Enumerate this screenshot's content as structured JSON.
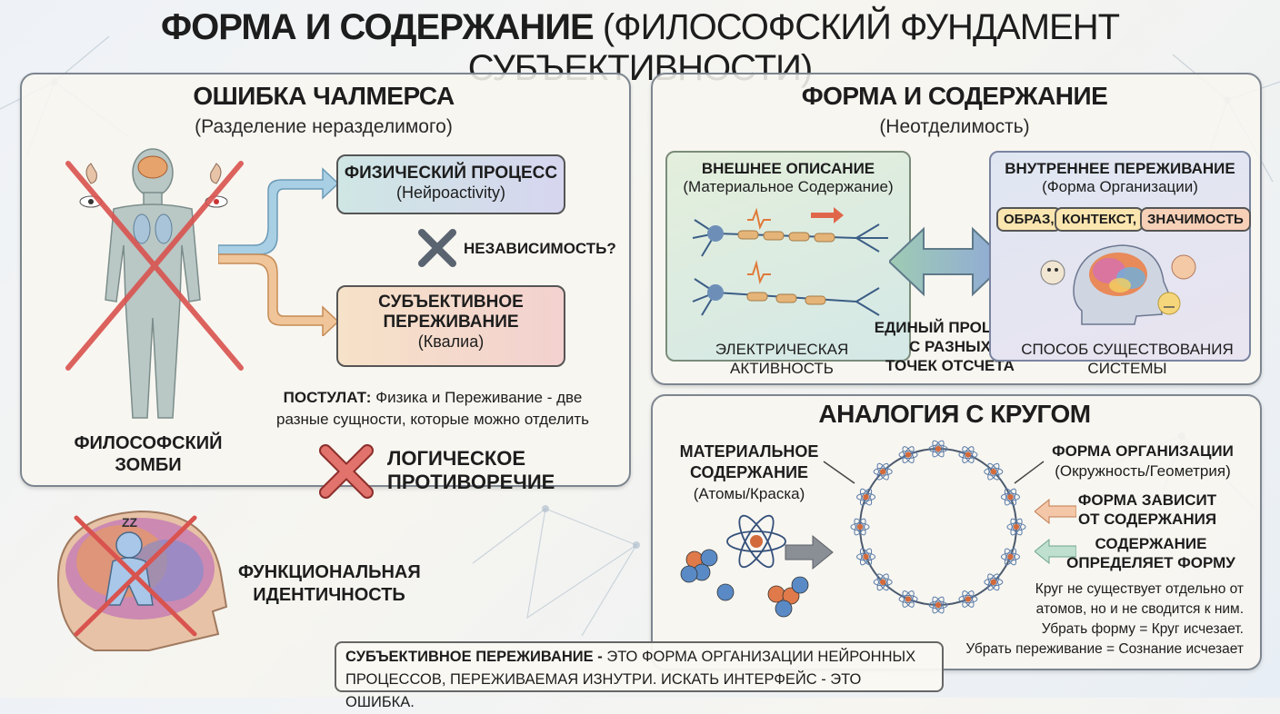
{
  "header": {
    "title_bold": "ФОРМА И СОДЕРЖАНИЕ",
    "title_rest": "(ФИЛОСОФСКИЙ ФУНДАМЕНТ СУБЪЕКТИВНОСТИ)"
  },
  "chalmers": {
    "title": "ОШИБКА ЧАЛМЕРСА",
    "subtitle": "(Разделение неразделимого)",
    "physical_title": "ФИЗИЧЕСКИЙ ПРОЦЕСС",
    "physical_sub": "(Нейроactivity)",
    "independence": "НЕЗАВИСИМОСТЬ?",
    "subjective_title_1": "СУБЪЕКТИВНОЕ",
    "subjective_title_2": "ПЕРЕЖИВАНИЕ",
    "subjective_sub": "(Квалиа)",
    "postulate_label": "ПОСТУЛАТ:",
    "postulate_text_1": "Физика и Переживание - две",
    "postulate_text_2": "разные сущности, которые можно отделить",
    "zombie_1": "ФИЛОСОФСКИЙ",
    "zombie_2": "ЗОМБИ",
    "contradiction_1": "ЛОГИЧЕСКОЕ",
    "contradiction_2": "ПРОТИВОРЕЧИЕ"
  },
  "functional": {
    "label_1": "ФУНКЦИОНАЛЬНАЯ",
    "label_2": "ИДЕНТИЧНОСТЬ",
    "zzz": "ZZ"
  },
  "form_content": {
    "title": "ФОРМА И СОДЕРЖАНИЕ",
    "subtitle": "(Неотделимость)",
    "external_title": "ВНЕШНЕЕ ОПИСАНИЕ",
    "external_sub": "(Материальное Содержание)",
    "internal_title": "ВНУТРЕННЕЕ ПЕРЕЖИВАНИЕ",
    "internal_sub": "(Форма Организации)",
    "tags": [
      "ОБРАЗ,",
      "КОНТЕКСТ,",
      "ЗНАЧИМОСТЬ"
    ],
    "electric_1": "ЭЛЕКТРИЧЕСКАЯ",
    "electric_2": "АКТИВНОСТЬ",
    "unified_1": "ЕДИНЫЙ ПРОЦЕСС",
    "unified_2": "С РАЗНЫХ",
    "unified_3": "ТОЧЕК ОТСЧЕТА",
    "mode_1": "СПОСОБ СУЩЕСТВОВАНИЯ",
    "mode_2": "СИСТЕМЫ"
  },
  "circle": {
    "title": "АНАЛОГИЯ С КРУГОМ",
    "material_1": "МАТЕРИАЛЬНОЕ",
    "material_2": "СОДЕРЖАНИЕ",
    "material_sub": "(Атомы/Краска)",
    "form_title": "ФОРМА ОРГАНИЗАЦИИ",
    "form_sub": "(Окружность/Геометрия)",
    "depends_1": "ФОРМА ЗАВИСИТ",
    "depends_2": "ОТ СОДЕРЖАНИЯ",
    "defines_1": "СОДЕРЖАНИЕ",
    "defines_2": "ОПРЕДЕЛЯЕТ ФОРМУ",
    "note_1": "Круг не существует отдельно от",
    "note_2": "атомов, но и не сводится к ним.",
    "note_3": "Убрать форму = Круг исчезает.",
    "note_4": "Убрать переживание = Сознание исчезает"
  },
  "footer": {
    "bold": "СУБЪЕКТИВНОЕ ПЕРЕЖИВАНИЕ -",
    "rest_1": "ЭТО ФОРМА ОРГАНИЗАЦИИ НЕЙРОННЫХ",
    "rest_2": "ПРОЦЕССОВ, ПЕРЕЖИВАЕМАЯ ИЗНУТРИ. ИСКАТЬ ИНТЕРФЕЙС - ЭТО ОШИБКА."
  },
  "colors": {
    "cross_red": "#d9534f",
    "arrow_blue": "#7fb3d5",
    "arrow_orange": "#e8a86a",
    "physical_box": "#cfe3ec",
    "subjective_box": "#f6d6c2",
    "external_box": "#d9ecd6",
    "internal_box": "#dce6f3"
  }
}
